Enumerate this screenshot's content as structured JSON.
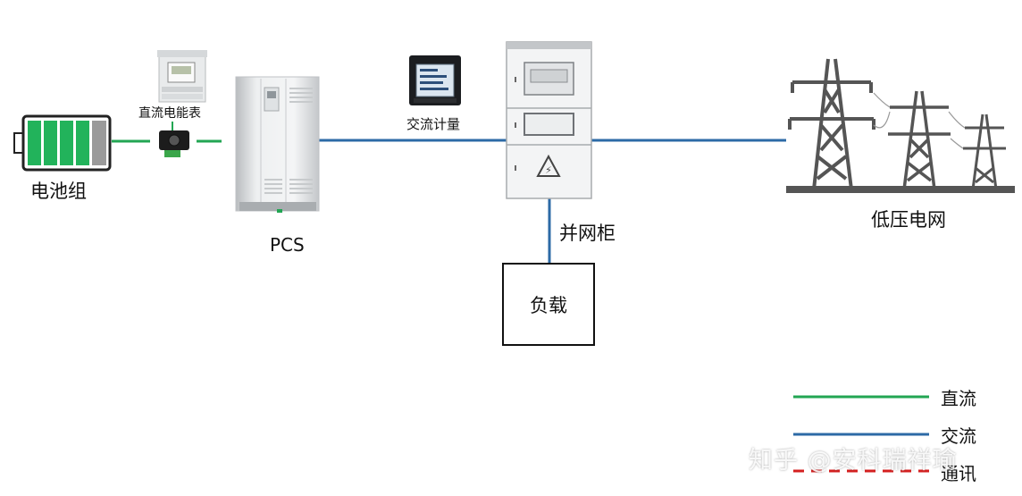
{
  "labels": {
    "battery": "电池组",
    "dc_meter": "直流电能表",
    "pcs": "PCS",
    "ac_meter": "交流计量",
    "grid_cabinet": "并网柜",
    "load": "负载",
    "low_voltage_grid": "低压电网"
  },
  "legend": {
    "dc": "直流",
    "ac": "交流",
    "communication": "通讯"
  },
  "watermark": "知乎 @安科瑞祥瑜",
  "colors": {
    "dc_line": "#22a653",
    "ac_line": "#2c6aa6",
    "comm_line": "#d42020",
    "battery_cell": "#22b35b",
    "tower": "#555555"
  }
}
